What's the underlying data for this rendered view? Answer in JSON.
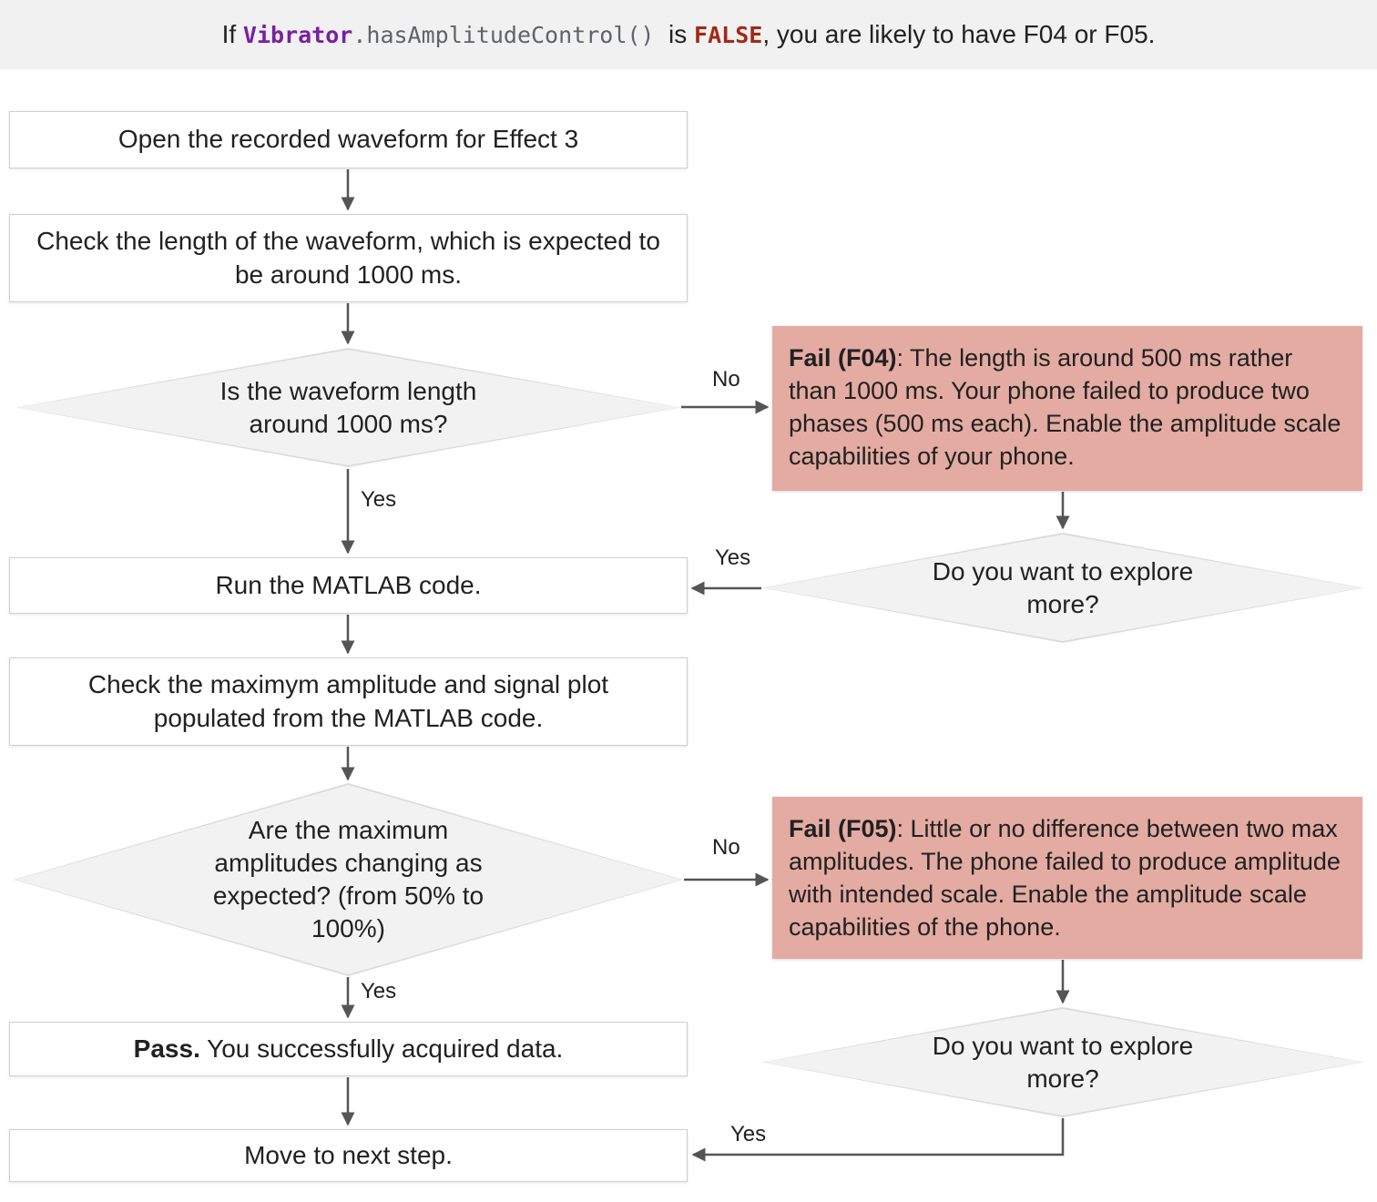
{
  "banner": {
    "text_if": "If ",
    "code_vibrator": "Vibrator",
    "code_method": ".hasAmplitudeControl()",
    "text_is": "  is ",
    "code_false": "FALSE",
    "text_rest": ", you are likely to have F04 or F05."
  },
  "flow": {
    "open_waveform": "Open the recorded waveform for Effect 3",
    "check_length": "Check the length of the waveform, which is expected to be around 1000 ms.",
    "decision_length": "Is the waveform length around 1000 ms?",
    "fail_f04": {
      "title": "Fail (F04)",
      "body": ": The length is around 500 ms rather than 1000 ms. Your phone failed to produce two phases (500 ms each). Enable the amplitude scale capabilities of your phone."
    },
    "explore_more_1": "Do you want to explore more?",
    "run_matlab": "Run the MATLAB code.",
    "check_amplitude": "Check the maximym amplitude and signal plot populated from the MATLAB code.",
    "decision_amplitude": "Are the maximum amplitudes changing as expected? (from 50% to 100%)",
    "fail_f05": {
      "title": "Fail (F05)",
      "body": ": Little or no difference between two max amplitudes. The phone failed to produce amplitude with intended scale. Enable the amplitude scale capabilities of the phone."
    },
    "explore_more_2": "Do you want to explore more?",
    "pass": {
      "title": "Pass.",
      "body": " You successfully acquired data."
    },
    "move_next": "Move to next step."
  },
  "edge_labels": {
    "length_no": "No",
    "length_yes": "Yes",
    "explore1_yes": "Yes",
    "amplitude_no": "No",
    "amplitude_yes": "Yes",
    "explore2_yes": "Yes"
  },
  "colors": {
    "banner_bg": "#f1f1f2",
    "fail_bg": "#e3aba1",
    "diamond_bg": "#f2f2f3",
    "box_border": "#cfcfcf",
    "code_purple": "#7a1fa2",
    "false_red": "#a52714",
    "arrow": "#555555"
  }
}
